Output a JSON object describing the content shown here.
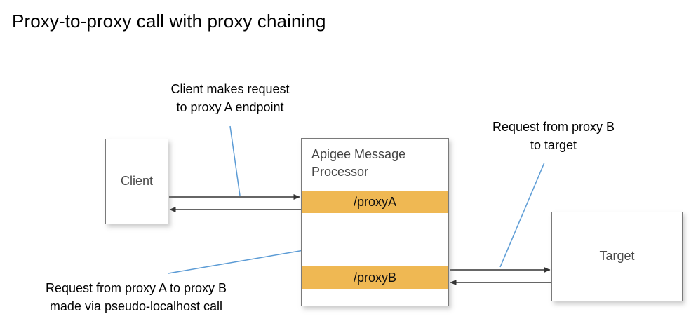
{
  "title": "Proxy-to-proxy call with proxy chaining",
  "nodes": {
    "client": {
      "label": "Client"
    },
    "target": {
      "label": "Target"
    },
    "message_processor": {
      "title": "Apigee Message\nProcessor",
      "bands": [
        {
          "label": "/proxyA",
          "color": "#efb853"
        },
        {
          "label": "/proxyB",
          "color": "#efb853"
        }
      ]
    }
  },
  "annotations": [
    {
      "id": "client-request",
      "text": "Client makes request\nto proxy A endpoint"
    },
    {
      "id": "proxyb-target",
      "text": "Request from proxy B\nto target"
    },
    {
      "id": "proxya-proxyb",
      "text": "Request from proxy A to proxy B\nmade via pseudo-localhost call"
    }
  ],
  "colors": {
    "band": "#efb853",
    "box_border": "#7a7a7a",
    "box_label_text": "#4b4b4b",
    "annotation_text": "#000000",
    "leader_line": "#5b9bd5",
    "arrow": "#333333",
    "background": "#ffffff"
  },
  "flows": [
    {
      "name": "client-to-proxya",
      "from": "client",
      "to": "/proxyA",
      "direction": "right"
    },
    {
      "name": "proxya-to-client",
      "from": "/proxyA",
      "to": "client",
      "direction": "left"
    },
    {
      "name": "proxya-to-proxyb",
      "from": "/proxyA",
      "to": "/proxyB",
      "direction": "down"
    },
    {
      "name": "proxyb-to-proxya",
      "from": "/proxyB",
      "to": "/proxyA",
      "direction": "up"
    },
    {
      "name": "proxyb-to-target",
      "from": "/proxyB",
      "to": "target",
      "direction": "right"
    },
    {
      "name": "target-to-proxyb",
      "from": "target",
      "to": "/proxyB",
      "direction": "left"
    }
  ]
}
